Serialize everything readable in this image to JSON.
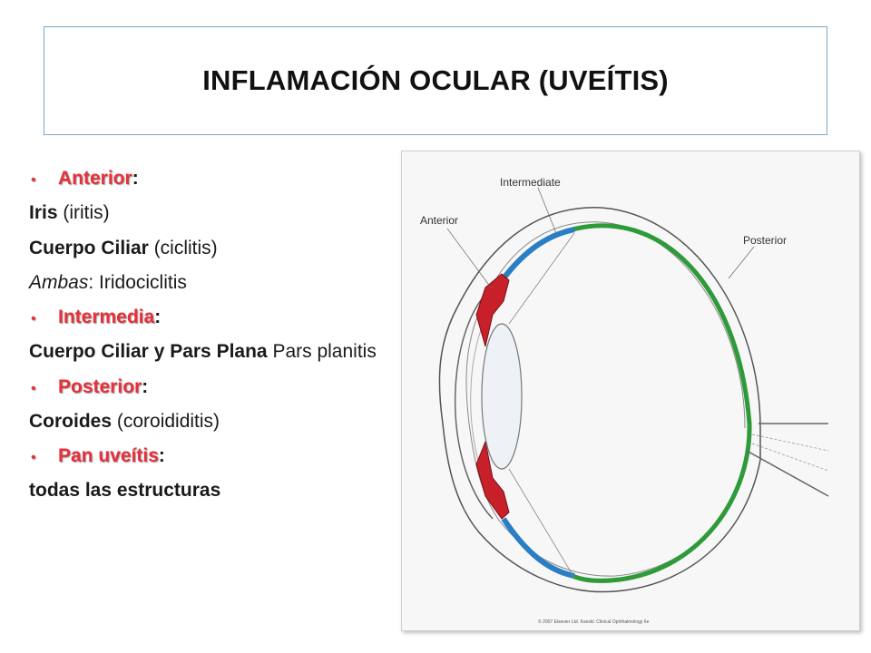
{
  "title": "INFLAMACIÓN OCULAR (UVEÍTIS)",
  "sections": {
    "anterior": {
      "heading": "Anterior",
      "colon": ":",
      "line1_bold": "Iris",
      "line1_rest": " (iritis)",
      "line2_bold": "Cuerpo Ciliar",
      "line2_rest": " (ciclitis)",
      "line3_italic": "Ambas",
      "line3_rest": ": Iridociclitis"
    },
    "intermedia": {
      "heading": "Intermedia",
      "colon": ":",
      "line1_bold": "Cuerpo Ciliar y Pars Plana",
      "line1_rest": " Pars planitis"
    },
    "posterior": {
      "heading": "Posterior",
      "colon": ":",
      "line1_bold": "Coroides",
      "line1_rest": " (coroididitis)"
    },
    "pan": {
      "heading": "Pan uveítis",
      "colon": ":",
      "line1_bold": "todas las estructuras"
    }
  },
  "diagram": {
    "labels": {
      "intermediate": "Intermediate",
      "anterior": "Anterior",
      "posterior": "Posterior"
    },
    "copyright": "© 2007 Elsevier Ltd. Kanski: Clinical Ophthalmology 6e",
    "colors": {
      "anterior": "#c8202a",
      "intermediate": "#2a7fc4",
      "posterior": "#2e9a3a"
    }
  }
}
